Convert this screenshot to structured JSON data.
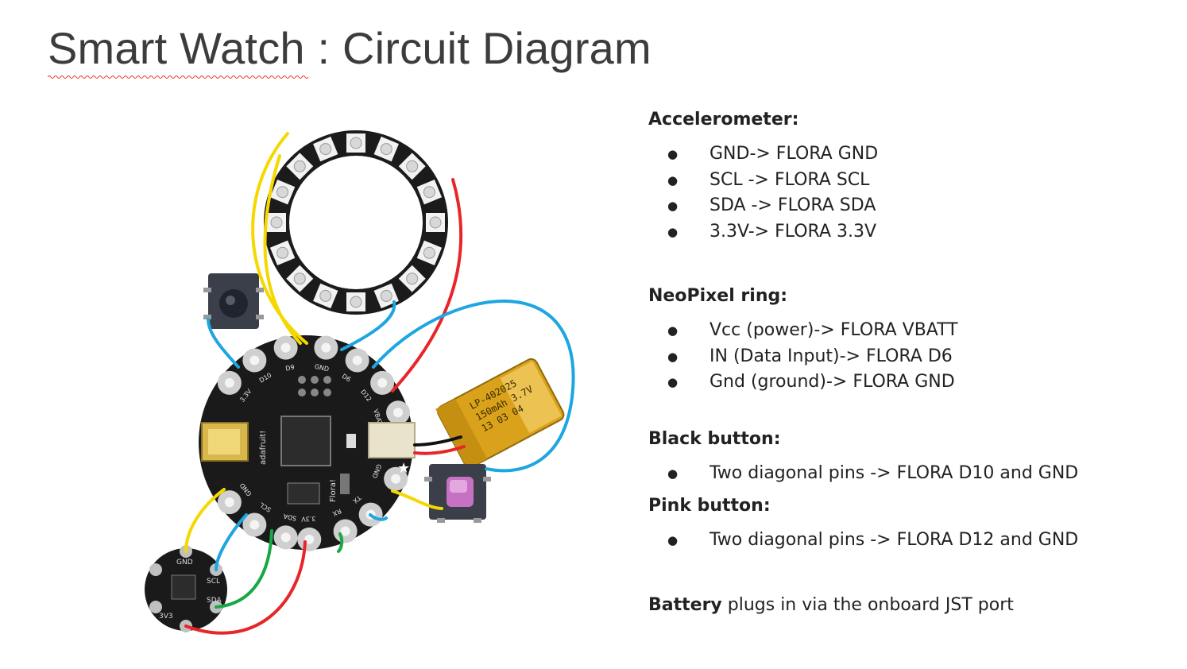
{
  "title": "Smart Watch : Circuit Diagram",
  "sections": [
    {
      "heading": "Accelerometer:",
      "items": [
        "GND-> FLORA GND",
        "SCL -> FLORA SCL",
        "SDA -> FLORA SDA",
        "3.3V-> FLORA 3.3V"
      ]
    },
    {
      "heading": "NeoPixel ring:",
      "items": [
        "Vcc (power)-> FLORA VBATT",
        "IN (Data Input)-> FLORA D6",
        "Gnd (ground)-> FLORA GND"
      ]
    },
    {
      "heading": "Black button:",
      "items": [
        "Two diagonal pins -> FLORA D10 and GND"
      ]
    },
    {
      "heading": "Pink button:",
      "items": [
        "Two diagonal pins -> FLORA D12 and GND"
      ]
    }
  ],
  "footer": {
    "bold": "Battery",
    "rest": " plugs in via the onboard JST port"
  },
  "board_labels": {
    "gnd_top": "GND",
    "d6": "D6",
    "d12": "D12",
    "vbatt": "VBATT",
    "d9": "D9",
    "d10": "D10",
    "v33": "3.3V",
    "gnd_left": "GND",
    "scl": "SCL",
    "sda": "SDA",
    "v33b": "3.3V",
    "rx": "RX",
    "tx": "TX",
    "gnd_right": "GND",
    "brand": "adafruit!",
    "model": "Flora!"
  },
  "accel_labels": {
    "scl": "SCL",
    "sda": "SDA",
    "gnd": "GND",
    "v": "3V3"
  },
  "battery_labels": {
    "line1": "LP-402025",
    "line2": "150mAh 3.7V",
    "line3": "13 03 04"
  },
  "wire_colors": {
    "yellow": "#f5d800",
    "red": "#e8262a",
    "blue": "#1da6e0",
    "green": "#19a845",
    "black": "#111111"
  }
}
